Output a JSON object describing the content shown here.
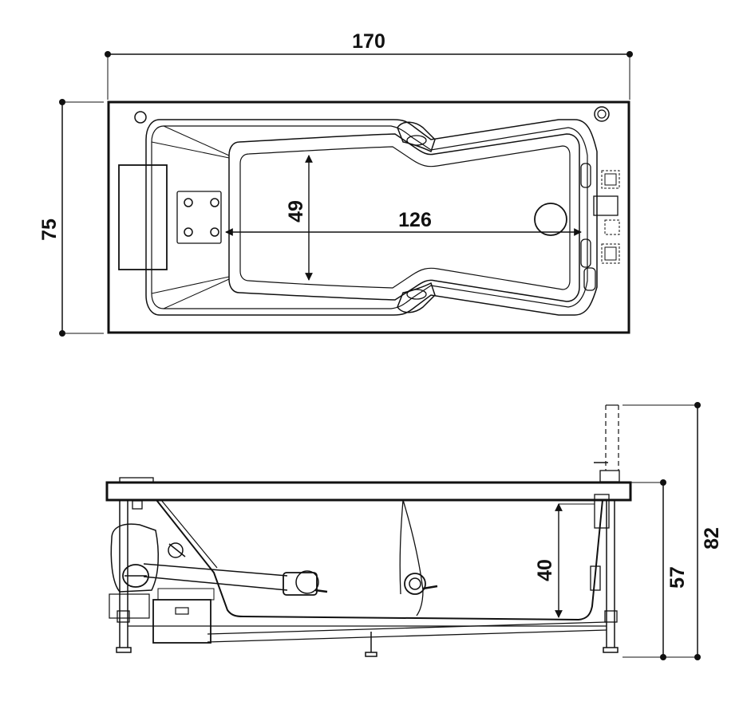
{
  "top_view": {
    "dimensions": {
      "length": "170",
      "width": "75",
      "inner_length": "126",
      "inner_width": "49"
    }
  },
  "side_view": {
    "dimensions": {
      "depth": "40",
      "height": "57",
      "total_height": "82"
    }
  },
  "colors": {
    "line": "#111111",
    "background": "#ffffff"
  }
}
